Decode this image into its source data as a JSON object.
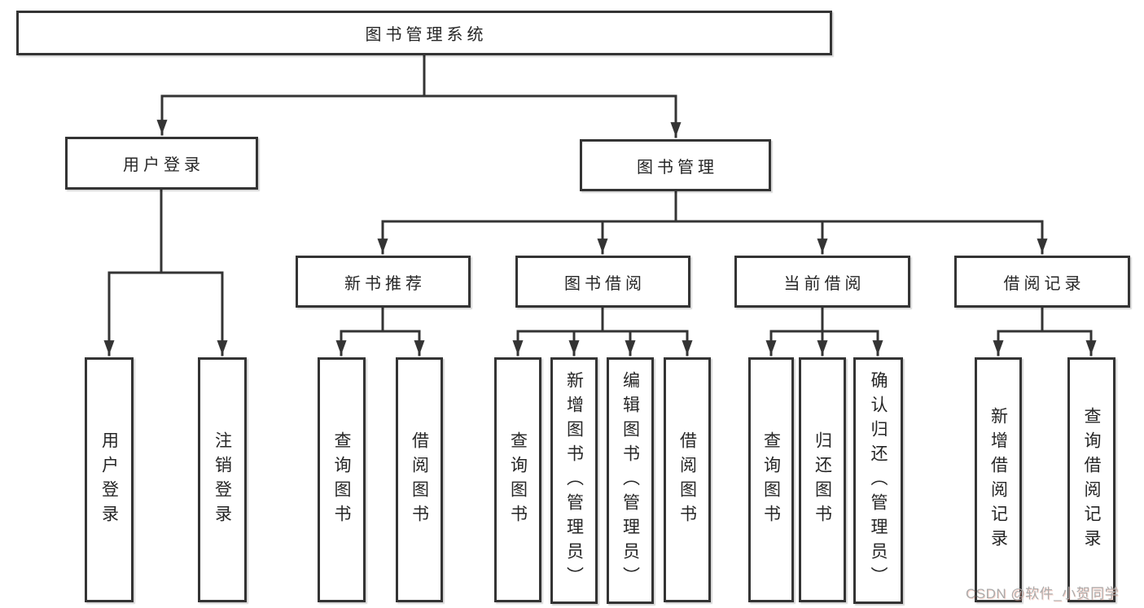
{
  "diagram": {
    "root": {
      "label": "图书管理系统"
    },
    "level2": [
      {
        "label": "用户登录"
      },
      {
        "label": "图书管理"
      }
    ],
    "level3": [
      {
        "label": "新书推荐"
      },
      {
        "label": "图书借阅"
      },
      {
        "label": "当前借阅"
      },
      {
        "label": "借阅记录"
      }
    ],
    "leaves": [
      {
        "label": "用户登录"
      },
      {
        "label": "注销登录"
      },
      {
        "label": "查询图书"
      },
      {
        "label": "借阅图书"
      },
      {
        "label": "查询图书"
      },
      {
        "label": "新增图书（管理员）"
      },
      {
        "label": "编辑图书（管理员）"
      },
      {
        "label": "借阅图书"
      },
      {
        "label": "查询图书"
      },
      {
        "label": "归还图书"
      },
      {
        "label": "确认归还（管理员）"
      },
      {
        "label": "新增借阅记录"
      },
      {
        "label": "查询借阅记录"
      }
    ]
  },
  "watermark": {
    "text": "CSDN @软件_小贺同学"
  },
  "colors": {
    "line": "#343434",
    "text": "#262626",
    "box_background": "#ffffff",
    "page_background": "#ffffff",
    "watermark": "#ababab"
  }
}
